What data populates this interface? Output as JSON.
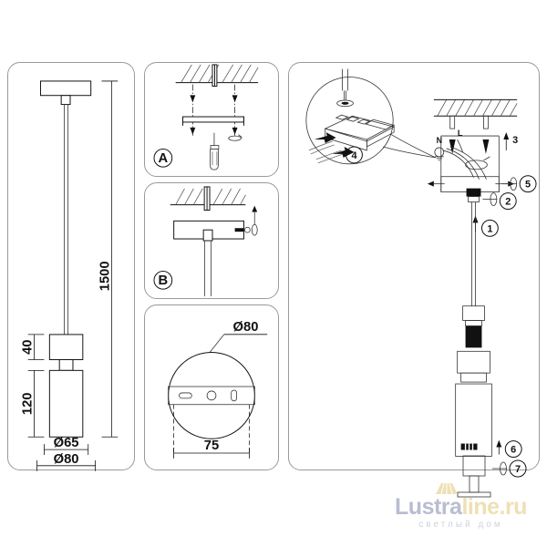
{
  "document": {
    "type": "pendant-lamp-installation-drawing",
    "background": "#ffffff",
    "line_color": "#111111",
    "border_color": "#9a9a9a"
  },
  "elevation": {
    "title": "",
    "dim_drop": "1500",
    "dim_head": "40",
    "dim_body": "120",
    "dim_body_dia": "Ø65",
    "dim_canopy_dia": "Ø80"
  },
  "step_a": {
    "label": "A"
  },
  "step_b": {
    "label": "B"
  },
  "plan": {
    "dim_dia": "Ø80",
    "dim_width": "75"
  },
  "assembly": {
    "wire_live": "L",
    "wire_neutral": "N",
    "callouts": [
      {
        "id": "1",
        "label": "1",
        "circled": true
      },
      {
        "id": "2",
        "label": "2",
        "circled": true
      },
      {
        "id": "3",
        "label": "3",
        "circled": false
      },
      {
        "id": "4",
        "label": "4",
        "circled": true
      },
      {
        "id": "5",
        "label": "5",
        "circled": true
      },
      {
        "id": "6",
        "label": "6",
        "circled": true
      },
      {
        "id": "7",
        "label": "7",
        "circled": true
      }
    ]
  },
  "watermark": {
    "brand_part1": "Lustra",
    "brand_part2": "line.ru",
    "tagline": "светлый дом",
    "color_part1": "#b9bdd1",
    "color_part2": "#efe0b4",
    "color_tagline": "#ced2e0"
  }
}
